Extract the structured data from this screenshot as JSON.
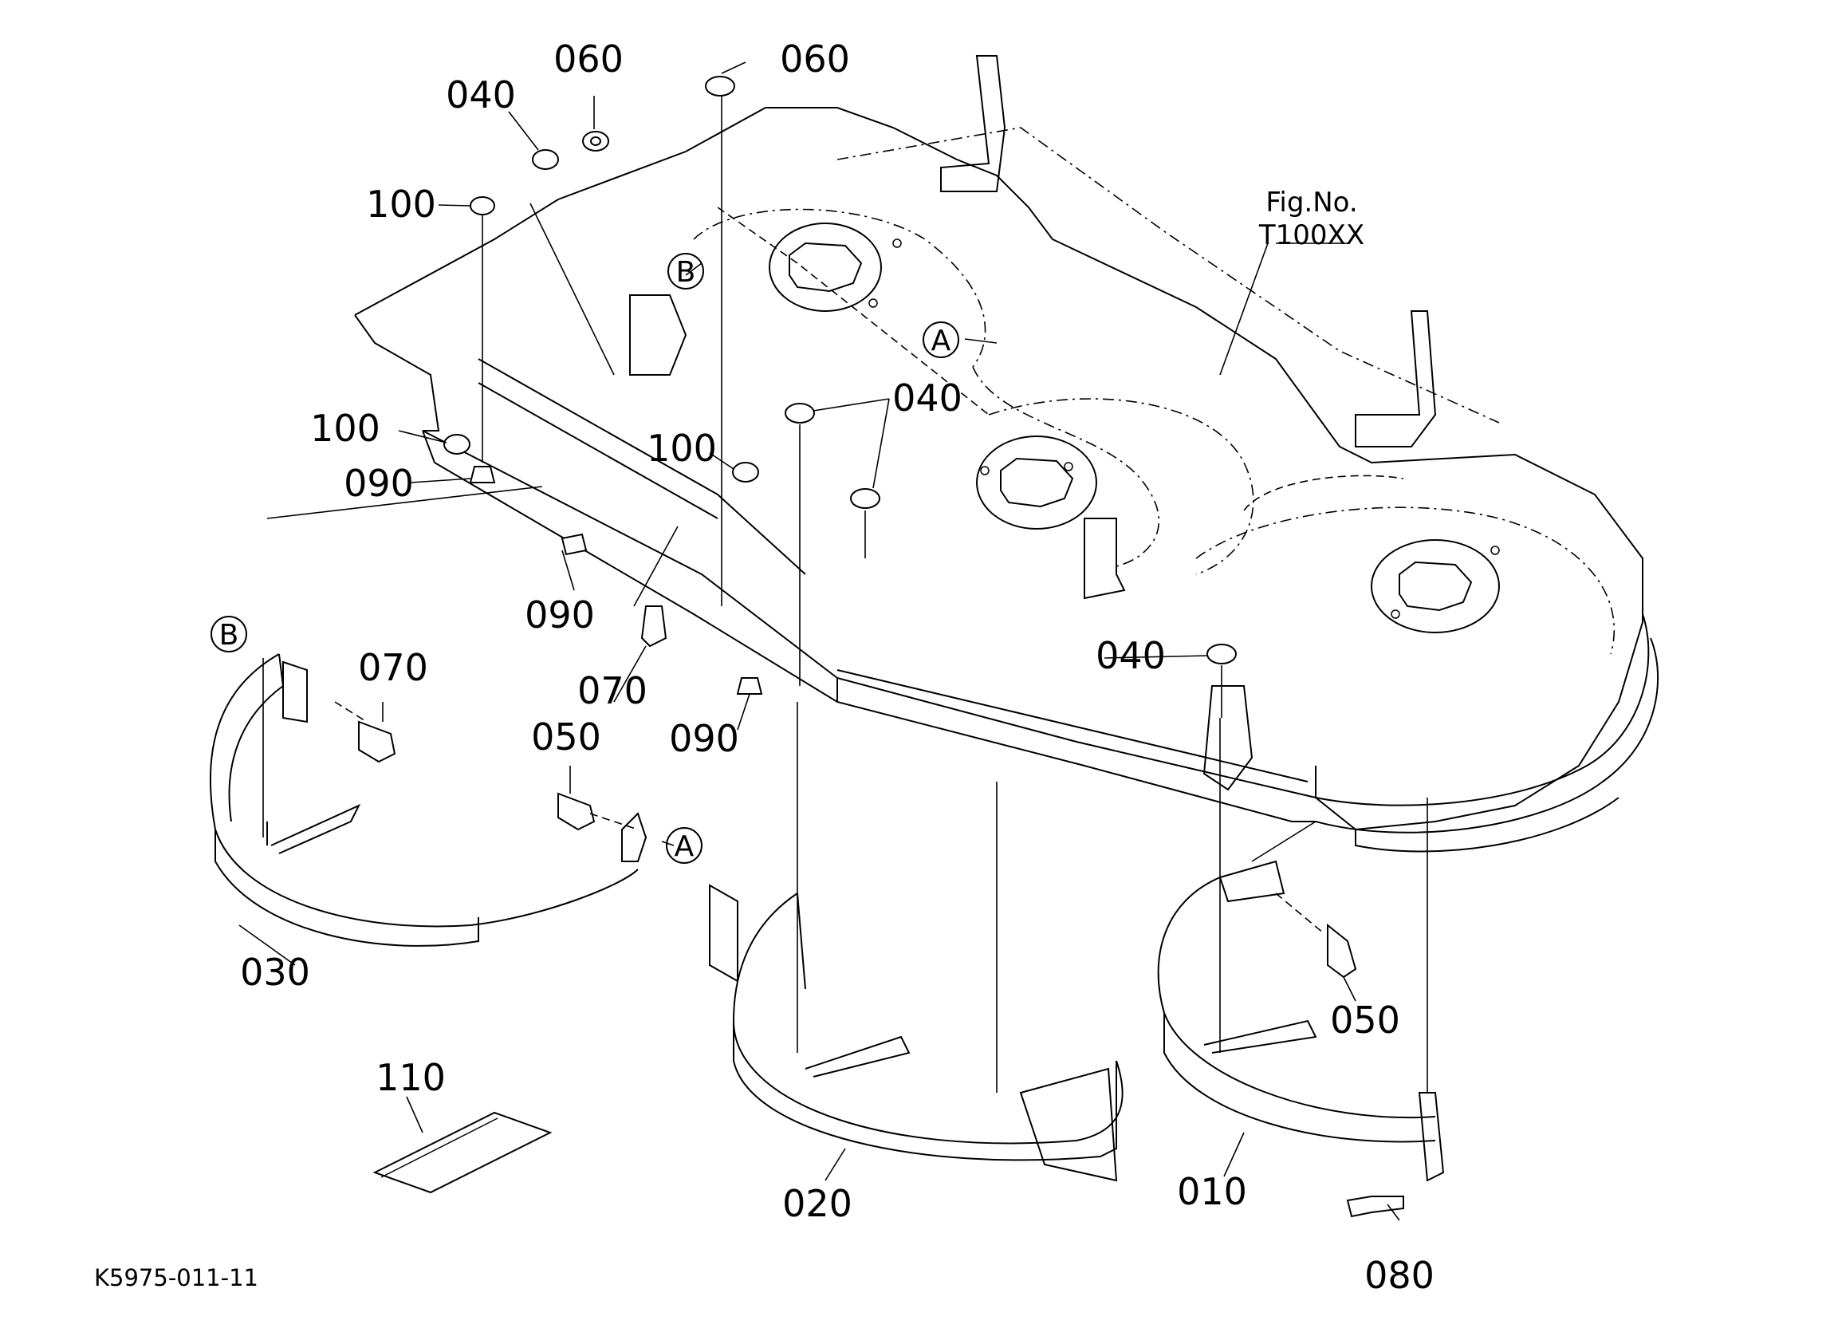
{
  "figure": {
    "fig_no_label": "Fig.No.",
    "fig_no_value": "T100XX",
    "drawing_code": "K5975-011-11"
  },
  "parts": {
    "p060a": "060",
    "p060b": "060",
    "p040a": "040",
    "p040b": "040",
    "p040c": "040",
    "p100a": "100",
    "p100b": "100",
    "p100c": "100",
    "p090a": "090",
    "p090b": "090",
    "p090c": "090",
    "p070a": "070",
    "p070b": "070",
    "p050a": "050",
    "p050b": "050",
    "p030": "030",
    "p020": "020",
    "p010": "010",
    "p080": "080",
    "p110": "110"
  },
  "refs": {
    "a1": "A",
    "a2": "A",
    "b1": "B",
    "b2": "B"
  }
}
